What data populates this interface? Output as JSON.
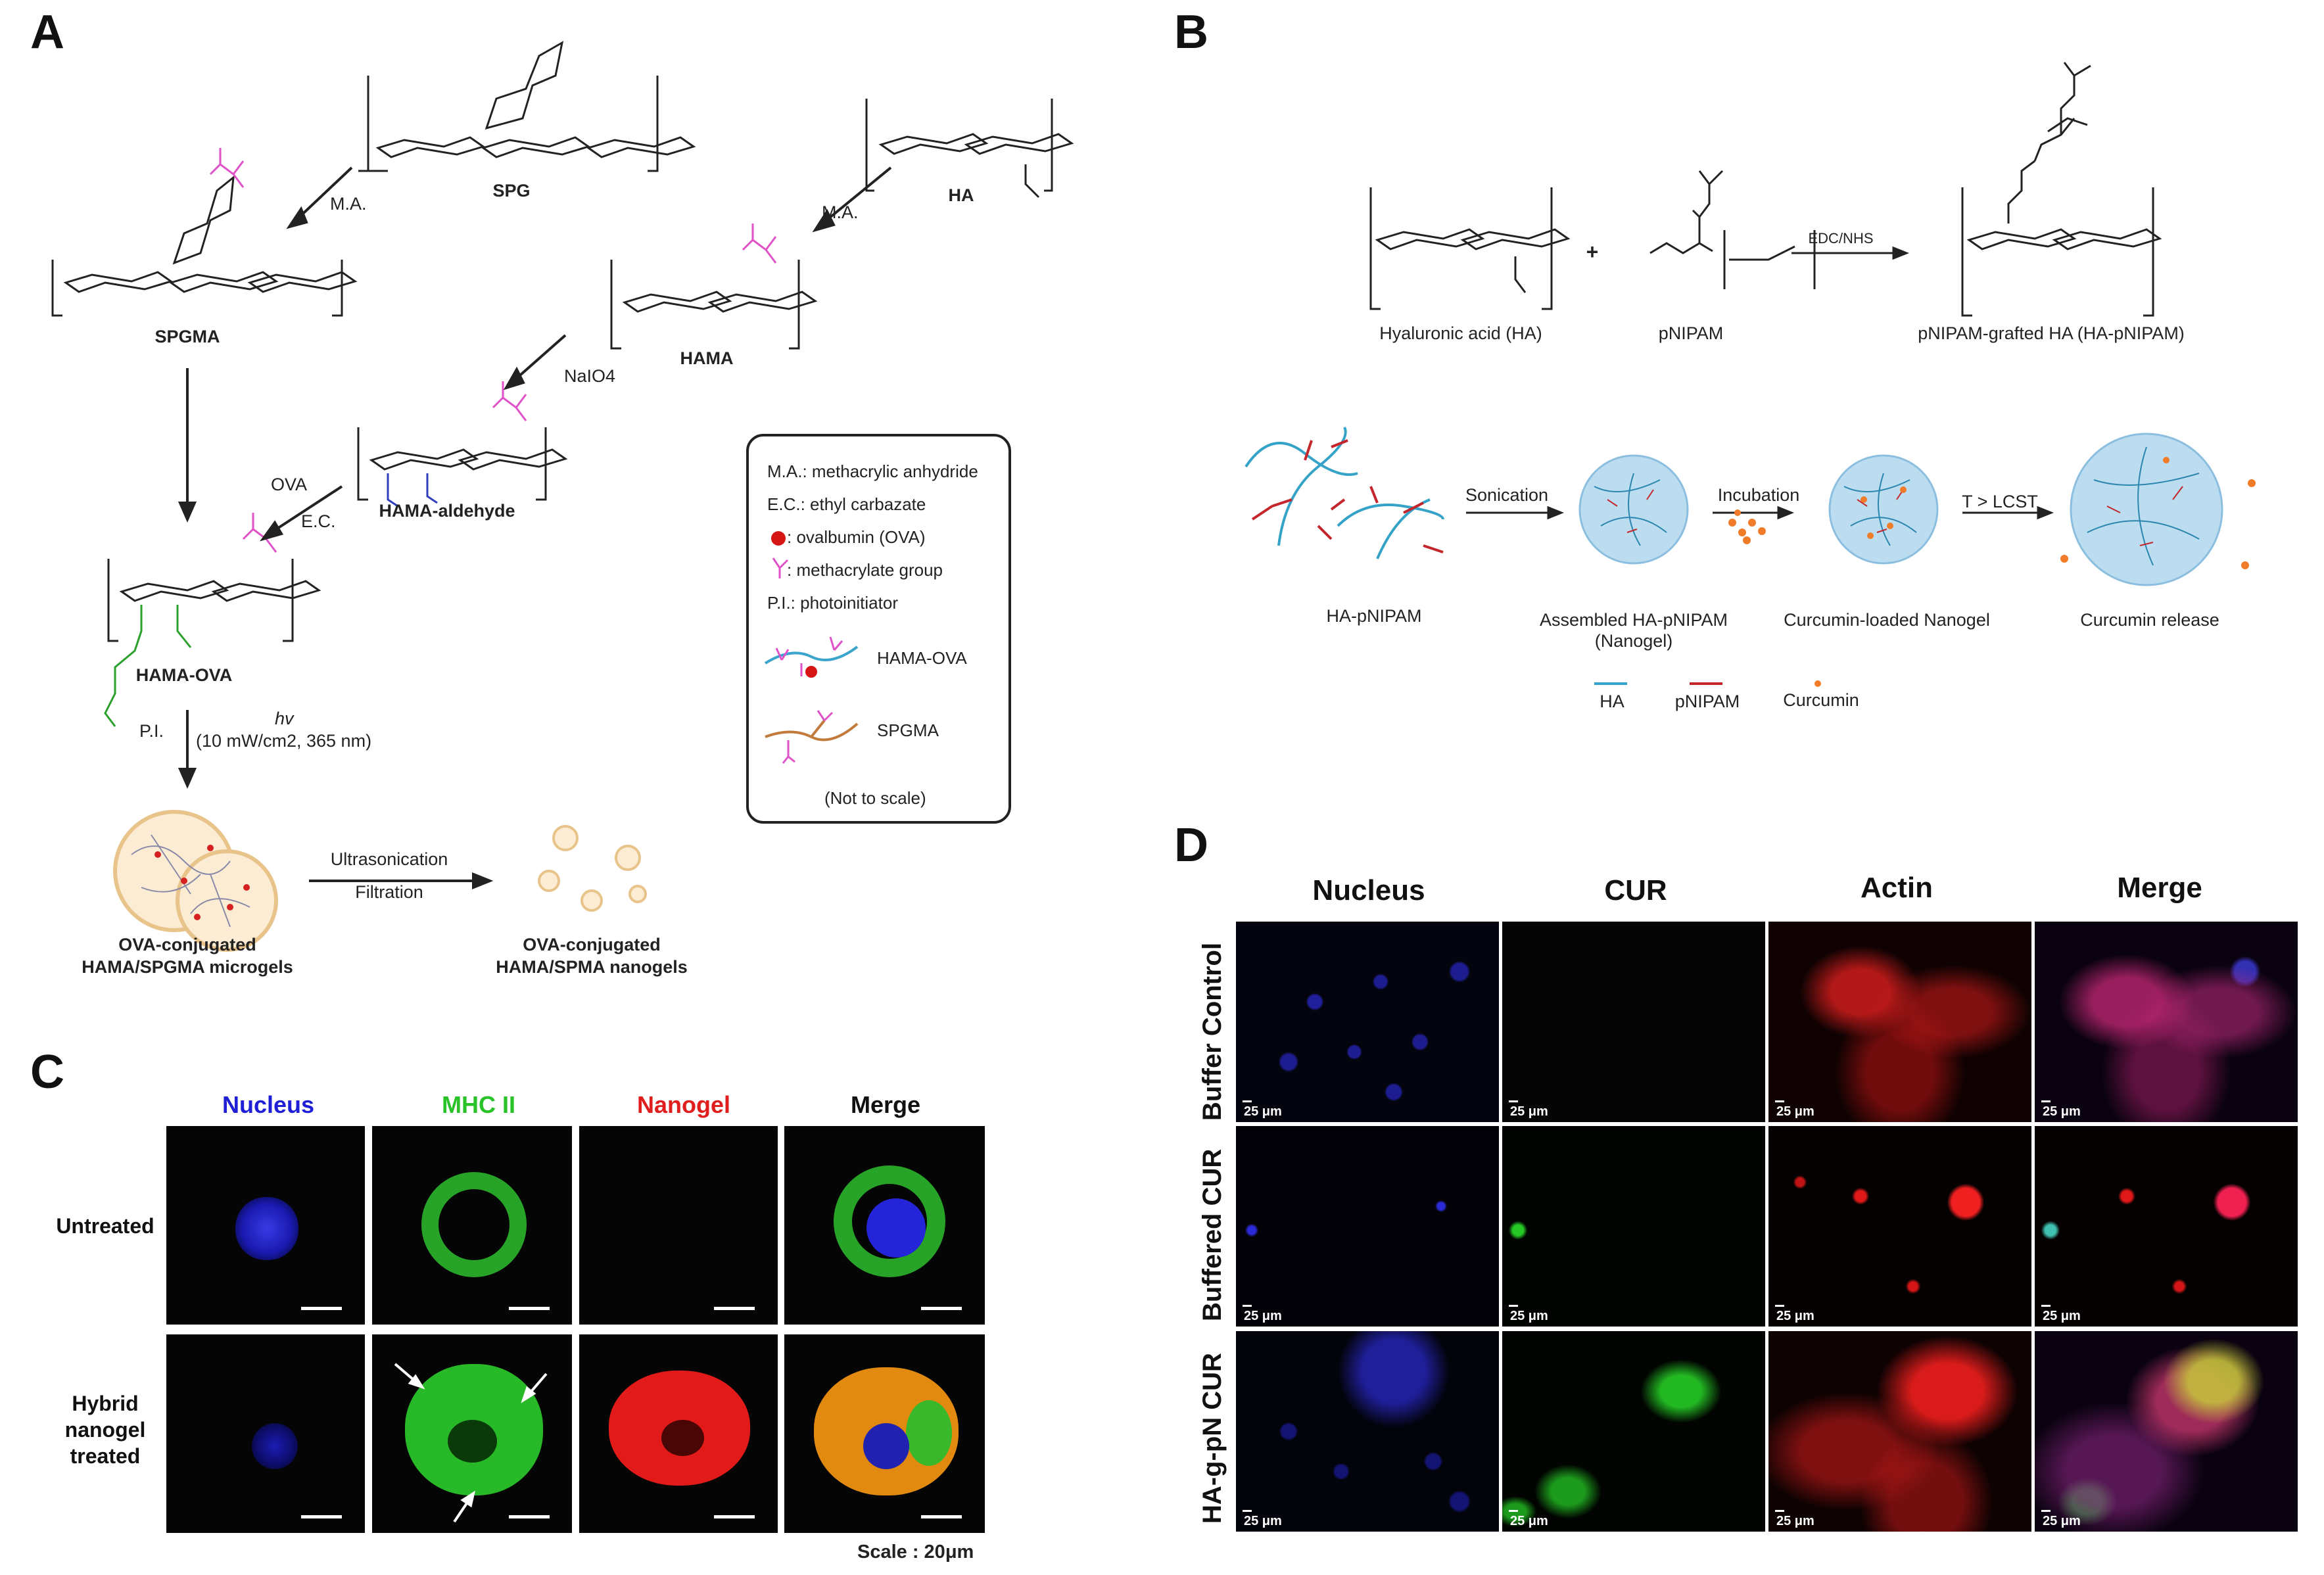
{
  "panels": {
    "a": {
      "letter": "A",
      "compounds": {
        "spg": "SPG",
        "ha": "HA",
        "spgma": "SPGMA",
        "hama": "HAMA",
        "hama_aldehyde": "HAMA-aldehyde",
        "hama_ova": "HAMA-OVA"
      },
      "reagents": {
        "ma_left": "M.A.",
        "ma_right": "M.A.",
        "naio4": "NaIO4",
        "ova": "OVA",
        "ec": "E.C.",
        "pi": "P.I.",
        "hv": "hv",
        "light": "(10 mW/cm2, 365 nm)",
        "ultrasonication": "Ultrasonication",
        "filtration": "Filtration"
      },
      "products": {
        "microgels_line1": "OVA-conjugated",
        "microgels_line2": "HAMA/SPGMA  microgels",
        "nanogels_line1": "OVA-conjugated",
        "nanogels_line2": "HAMA/SPMA  nanogels"
      },
      "legend": {
        "ma": "M.A.: methacrylic anhydride",
        "ec": "E.C.: ethyl carbazate",
        "ova": ": ovalbumin  (OVA)",
        "methacrylate": ": methacrylate  group",
        "pi": "P.I.: photoinitiator",
        "hama_ova": "HAMA-OVA",
        "spgma": "SPGMA",
        "note": "(Not to scale)"
      }
    },
    "b": {
      "letter": "B",
      "reaction": {
        "ha_label": "Hyaluronic  acid (HA)",
        "pnipam_label": "pNIPAM",
        "product_label": "pNIPAM-grafted  HA (HA-pNIPAM)",
        "reagent": "EDC/NHS",
        "plus": "+"
      },
      "process": {
        "step1": "Sonication",
        "step2": "Incubation",
        "step3": "T > LCST",
        "state0": "HA-pNIPAM",
        "state1_line1": "Assembled HA-pNIPAM",
        "state1_line2": "(Nanogel)",
        "state2": "Curcumin-loaded  Nanogel",
        "state3": "Curcumin release"
      },
      "legend": {
        "ha": "HA",
        "pnipam": "pNIPAM",
        "curcumin": "Curcumin"
      }
    },
    "c": {
      "letter": "C",
      "columns": [
        "Nucleus",
        "MHC II",
        "Nanogel",
        "Merge"
      ],
      "column_colors": [
        "#1f1fd6",
        "#29c229",
        "#e01e1e",
        "#111111"
      ],
      "rows": [
        "Untreated",
        "Hybrid nanogel treated"
      ],
      "scale": "Scale : 20μm"
    },
    "d": {
      "letter": "D",
      "columns": [
        "Nucleus",
        "CUR",
        "Actin",
        "Merge"
      ],
      "rows": [
        "Buffer Control",
        "Buffered CUR",
        "HA-g-pN CUR"
      ],
      "scalebar_label": "25 μm"
    }
  }
}
